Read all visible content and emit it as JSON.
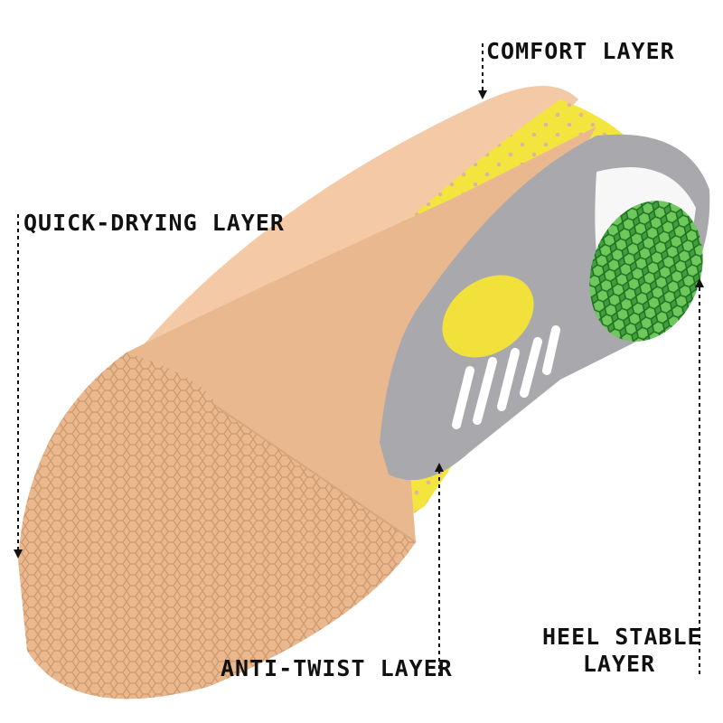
{
  "labels": {
    "comfort": "COMFORT LAYER",
    "quick_drying": "QUICK-DRYING LAYER",
    "anti_twist": "ANTI-TWIST LAYER",
    "heel_stable_line1": "HEEL STABLE",
    "heel_stable_line2": "LAYER"
  },
  "colors": {
    "comfort_layer": "#f2c6a2",
    "quick_drying_layer": "#f3e43a",
    "anti_twist_layer": "#a9a9ad",
    "heel_stable_layer": "#3aa13e",
    "sole": "#e8b68c"
  }
}
